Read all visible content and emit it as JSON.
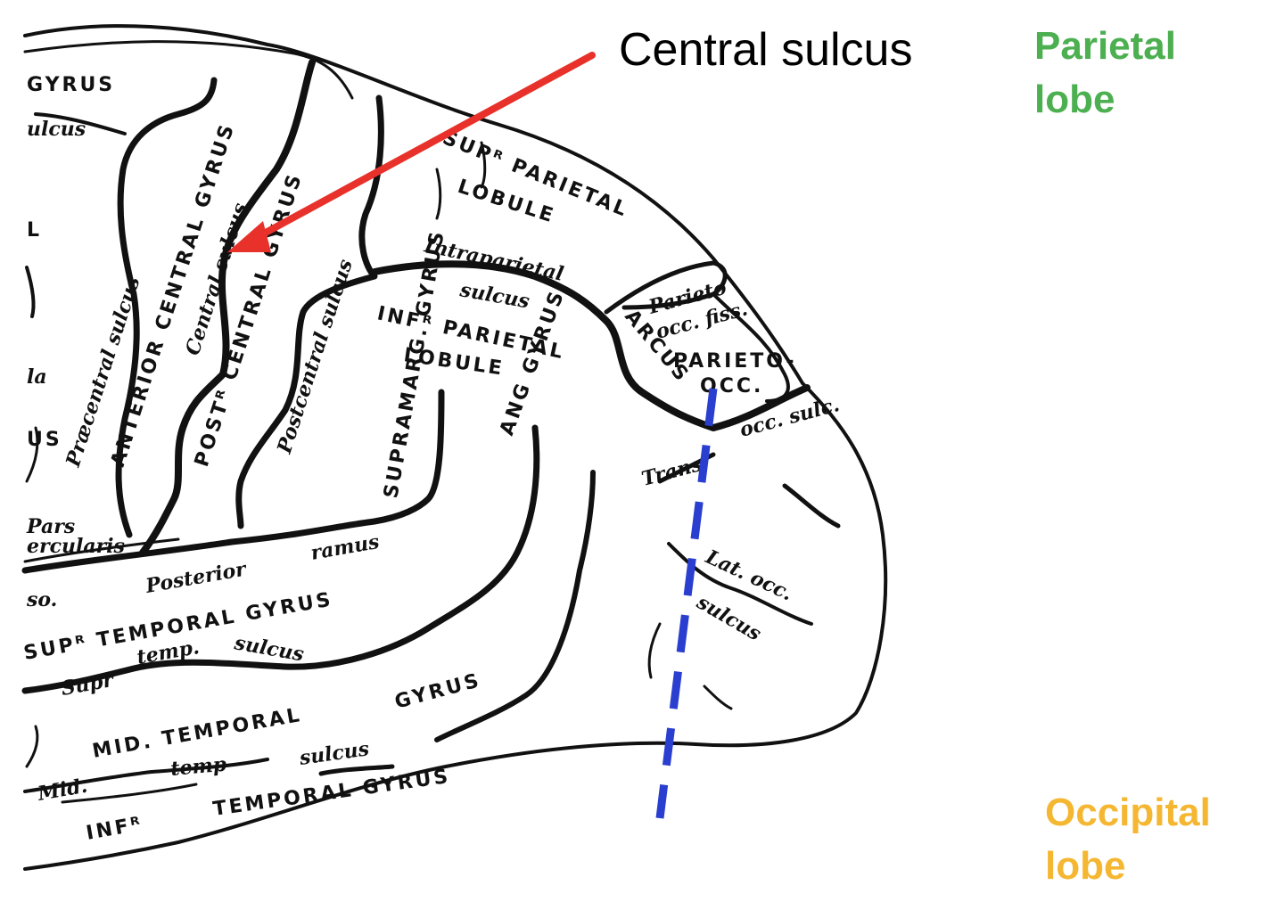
{
  "colors": {
    "arrow": "#e8312a",
    "divider": "#2a3ecf",
    "parietal": "#4caf50",
    "occipital": "#f5b731",
    "ink": "#111111"
  },
  "callouts": {
    "central_sulcus": "Central sulcus",
    "parietal_line1": "Parietal",
    "parietal_line2": "lobe",
    "occipital_line1": "Occipital",
    "occipital_line2": "lobe"
  },
  "labels": {
    "gyrus_top": "GYRUS",
    "sulcus_top": "ulcus",
    "frag_l": "L",
    "frag_la": "la",
    "frag_us": "US",
    "anterior_central_gyrus": "ANTERIOR CENTRAL GYRUS",
    "post_central_gyrus": "POSTᴿ CENTRAL GYRUS",
    "praecentral_sulcus": "Præcentral sulcus",
    "central_sulcus_italic": "Central sulcus",
    "postcentral_sulcus": "Postcentral sulcus",
    "sup_parietal": "SUPᴿ PARIETAL",
    "lobule": "LOBULE",
    "intraparietal": "Intraparietal",
    "sulcus": "sulcus",
    "inf_parietal": "INFᴿ PARIETAL",
    "lobule2": "LOBULE",
    "supramarg_gyrus": "SUPRAMARG. GYRUS",
    "ang_gyrus": "ANG GYRUS",
    "arcus": "ARCUS",
    "parieto_occ": "PARIETO-",
    "occ": "OCC.",
    "parieto_fiss": "Parieto",
    "occ_fiss": "occ. fiss.",
    "trans_occ_sulc": "occ. sulc.",
    "trans": "Trans",
    "lat_occ": "Lat. occ.",
    "lat_sulcus": "sulcus",
    "pars": "Pars",
    "opercularis": "ercularis",
    "posterior": "Posterior",
    "ramus": "ramus",
    "so": "so.",
    "sup_temporal_gyrus": "SUPᴿ TEMPORAL GYRUS",
    "supr": "Supr",
    "temp": "temp.",
    "temp_sulcus": "sulcus",
    "mid_temporal": "MID. TEMPORAL",
    "gyrus_mid": "GYRUS",
    "mid": "Mid.",
    "temp2": "temp",
    "sulcus2": "sulcus",
    "inf": "INFᴿ",
    "inf_temporal_gyrus": "TEMPORAL GYRUS"
  }
}
